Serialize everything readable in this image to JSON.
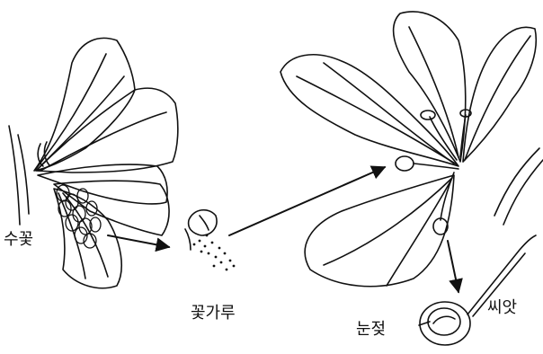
{
  "labels": {
    "male_flower": "수꽃",
    "pollen": "꽃가루",
    "bud_scale": "눈젖",
    "seed": "씨앗"
  }
}
